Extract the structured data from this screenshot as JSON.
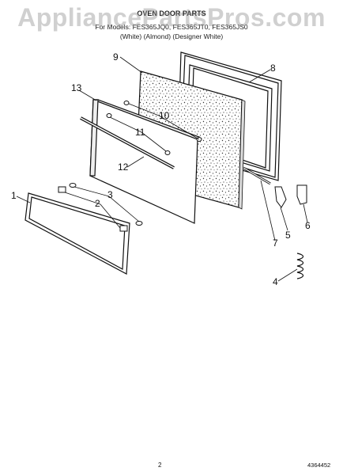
{
  "watermark": "AppliancePartsPros.com",
  "header": {
    "title": "OVEN DOOR PARTS",
    "models": "For Models: FES365JQ0, FES365JT0, FES365JS0",
    "colors": "(White)    (Almond)  (Designer White)"
  },
  "callouts": [
    "1",
    "2",
    "3",
    "4",
    "5",
    "6",
    "7",
    "8",
    "9",
    "10",
    "11",
    "12",
    "13"
  ],
  "footer": {
    "page": "2",
    "code": "4364452"
  }
}
